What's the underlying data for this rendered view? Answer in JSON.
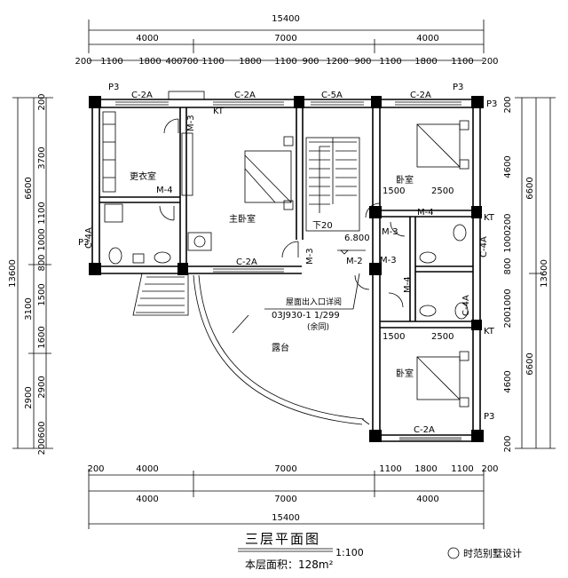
{
  "overall_dim": "15400",
  "top_row1": [
    "4000",
    "7000",
    "4000"
  ],
  "top_row2": [
    "200",
    "1100",
    "1800",
    "400",
    "700",
    "1100",
    "1800",
    "1100",
    "900",
    "1200",
    "900",
    "1100",
    "1800",
    "1100",
    "200"
  ],
  "bottom_row1": [
    "200",
    "4000",
    "7000",
    "1100",
    "1800",
    "1100",
    "200"
  ],
  "bottom_row2": [
    "4000",
    "7000",
    "4000"
  ],
  "left_outer": "13600",
  "left_mid": [
    "6600",
    "3100",
    "2900"
  ],
  "left_inner": [
    "200",
    "3700",
    "1100",
    "1000",
    "800",
    "1500",
    "1600",
    "2900",
    "600",
    "200"
  ],
  "right_outer": "13600",
  "right_mid": [
    "6600",
    "6600"
  ],
  "right_inner": [
    "200",
    "4600",
    "200",
    "1000",
    "800",
    "1000",
    "200",
    "4600",
    "200"
  ],
  "rooms": {
    "wardrobe": "更衣室",
    "master": "主卧室",
    "bed1": "卧室",
    "bed2": "卧室",
    "terrace": "露台"
  },
  "labels": {
    "c2a": "C-2A",
    "c5a": "C-5A",
    "m3": "M-3",
    "m4": "M-4",
    "m2": "M-2",
    "p3": "P3",
    "kt": "KT",
    "c4a": "C-4A",
    "f20": "下20",
    "elev": "6.800",
    "d1500": "1500",
    "d2500": "2500",
    "roof_note": "屋面出入口详阅",
    "std_ref": "03J930-1 1/299",
    "std_ref2": "(余同)"
  },
  "title": "三层平面图",
  "scale": "1:100",
  "area": "本层面积：128m²",
  "watermark": "时范别墅设计"
}
